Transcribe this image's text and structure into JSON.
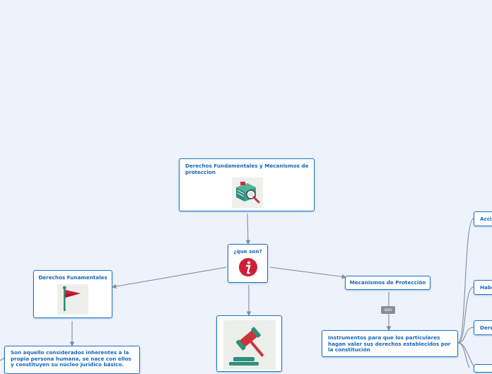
{
  "colors": {
    "node_border": "#1f73c6",
    "node_text": "#1565b8",
    "connector": "#7f8c9c",
    "background": "#eef2fb"
  },
  "nodes": {
    "root": {
      "label": "Derechos Fundamentales y Mecanismos de proteccion",
      "icon": "books-magnifier-icon"
    },
    "que_son": {
      "label": "¿que son?",
      "icon": "info-icon"
    },
    "derechos": {
      "label": "Derechos Funamentales",
      "icon": "red-flag-icon"
    },
    "mecanismos": {
      "label": "Mecanismos de Protección"
    },
    "instrumentos": {
      "label": "Instrumentos para que los particulares hagan valer sus derechos establecidos por la constitución"
    },
    "definicion": {
      "label": "Son aquello considerados inherentes a la propia persona humana, se nace con ellos y constituyen su núcleo jurídico básico."
    },
    "judicial": {
      "icon": "gavel-icon"
    },
    "branch_1": {
      "label": "Acci"
    },
    "branch_2": {
      "label": "Habe"
    },
    "branch_3": {
      "label": "Dere"
    }
  },
  "connector_labels": {
    "son": "son"
  }
}
